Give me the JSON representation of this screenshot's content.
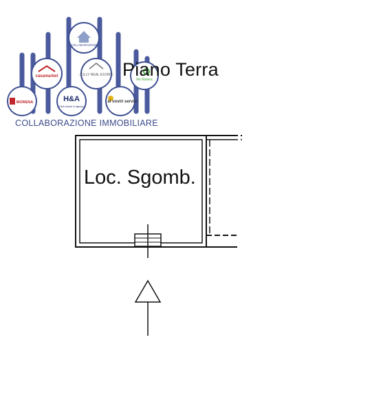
{
  "agency": {
    "collaboration_label": "COLLABORAZIONE IMMOBILIARE",
    "badges": [
      {
        "name": "collaborazione-badge",
        "text": "COLLABORAZIONE"
      },
      {
        "name": "casamarket-badge",
        "text": "casamarket"
      },
      {
        "name": "jolly-badge",
        "text": "JOLLY REAL ESTATE"
      },
      {
        "name": "green-badge",
        "text": "Re Riviera"
      },
      {
        "name": "morena-badge",
        "text": "MORENA"
      },
      {
        "name": "ha-badge",
        "text": "H&A house & agency"
      },
      {
        "name": "servizi-badge",
        "text": "al vostri servizi"
      }
    ],
    "colors": {
      "bars": "#4a5a9c",
      "badge_border": "#3e4f91"
    }
  },
  "plan": {
    "floor_title": "Piano Terra",
    "room_label": "Loc. Sgomb."
  }
}
